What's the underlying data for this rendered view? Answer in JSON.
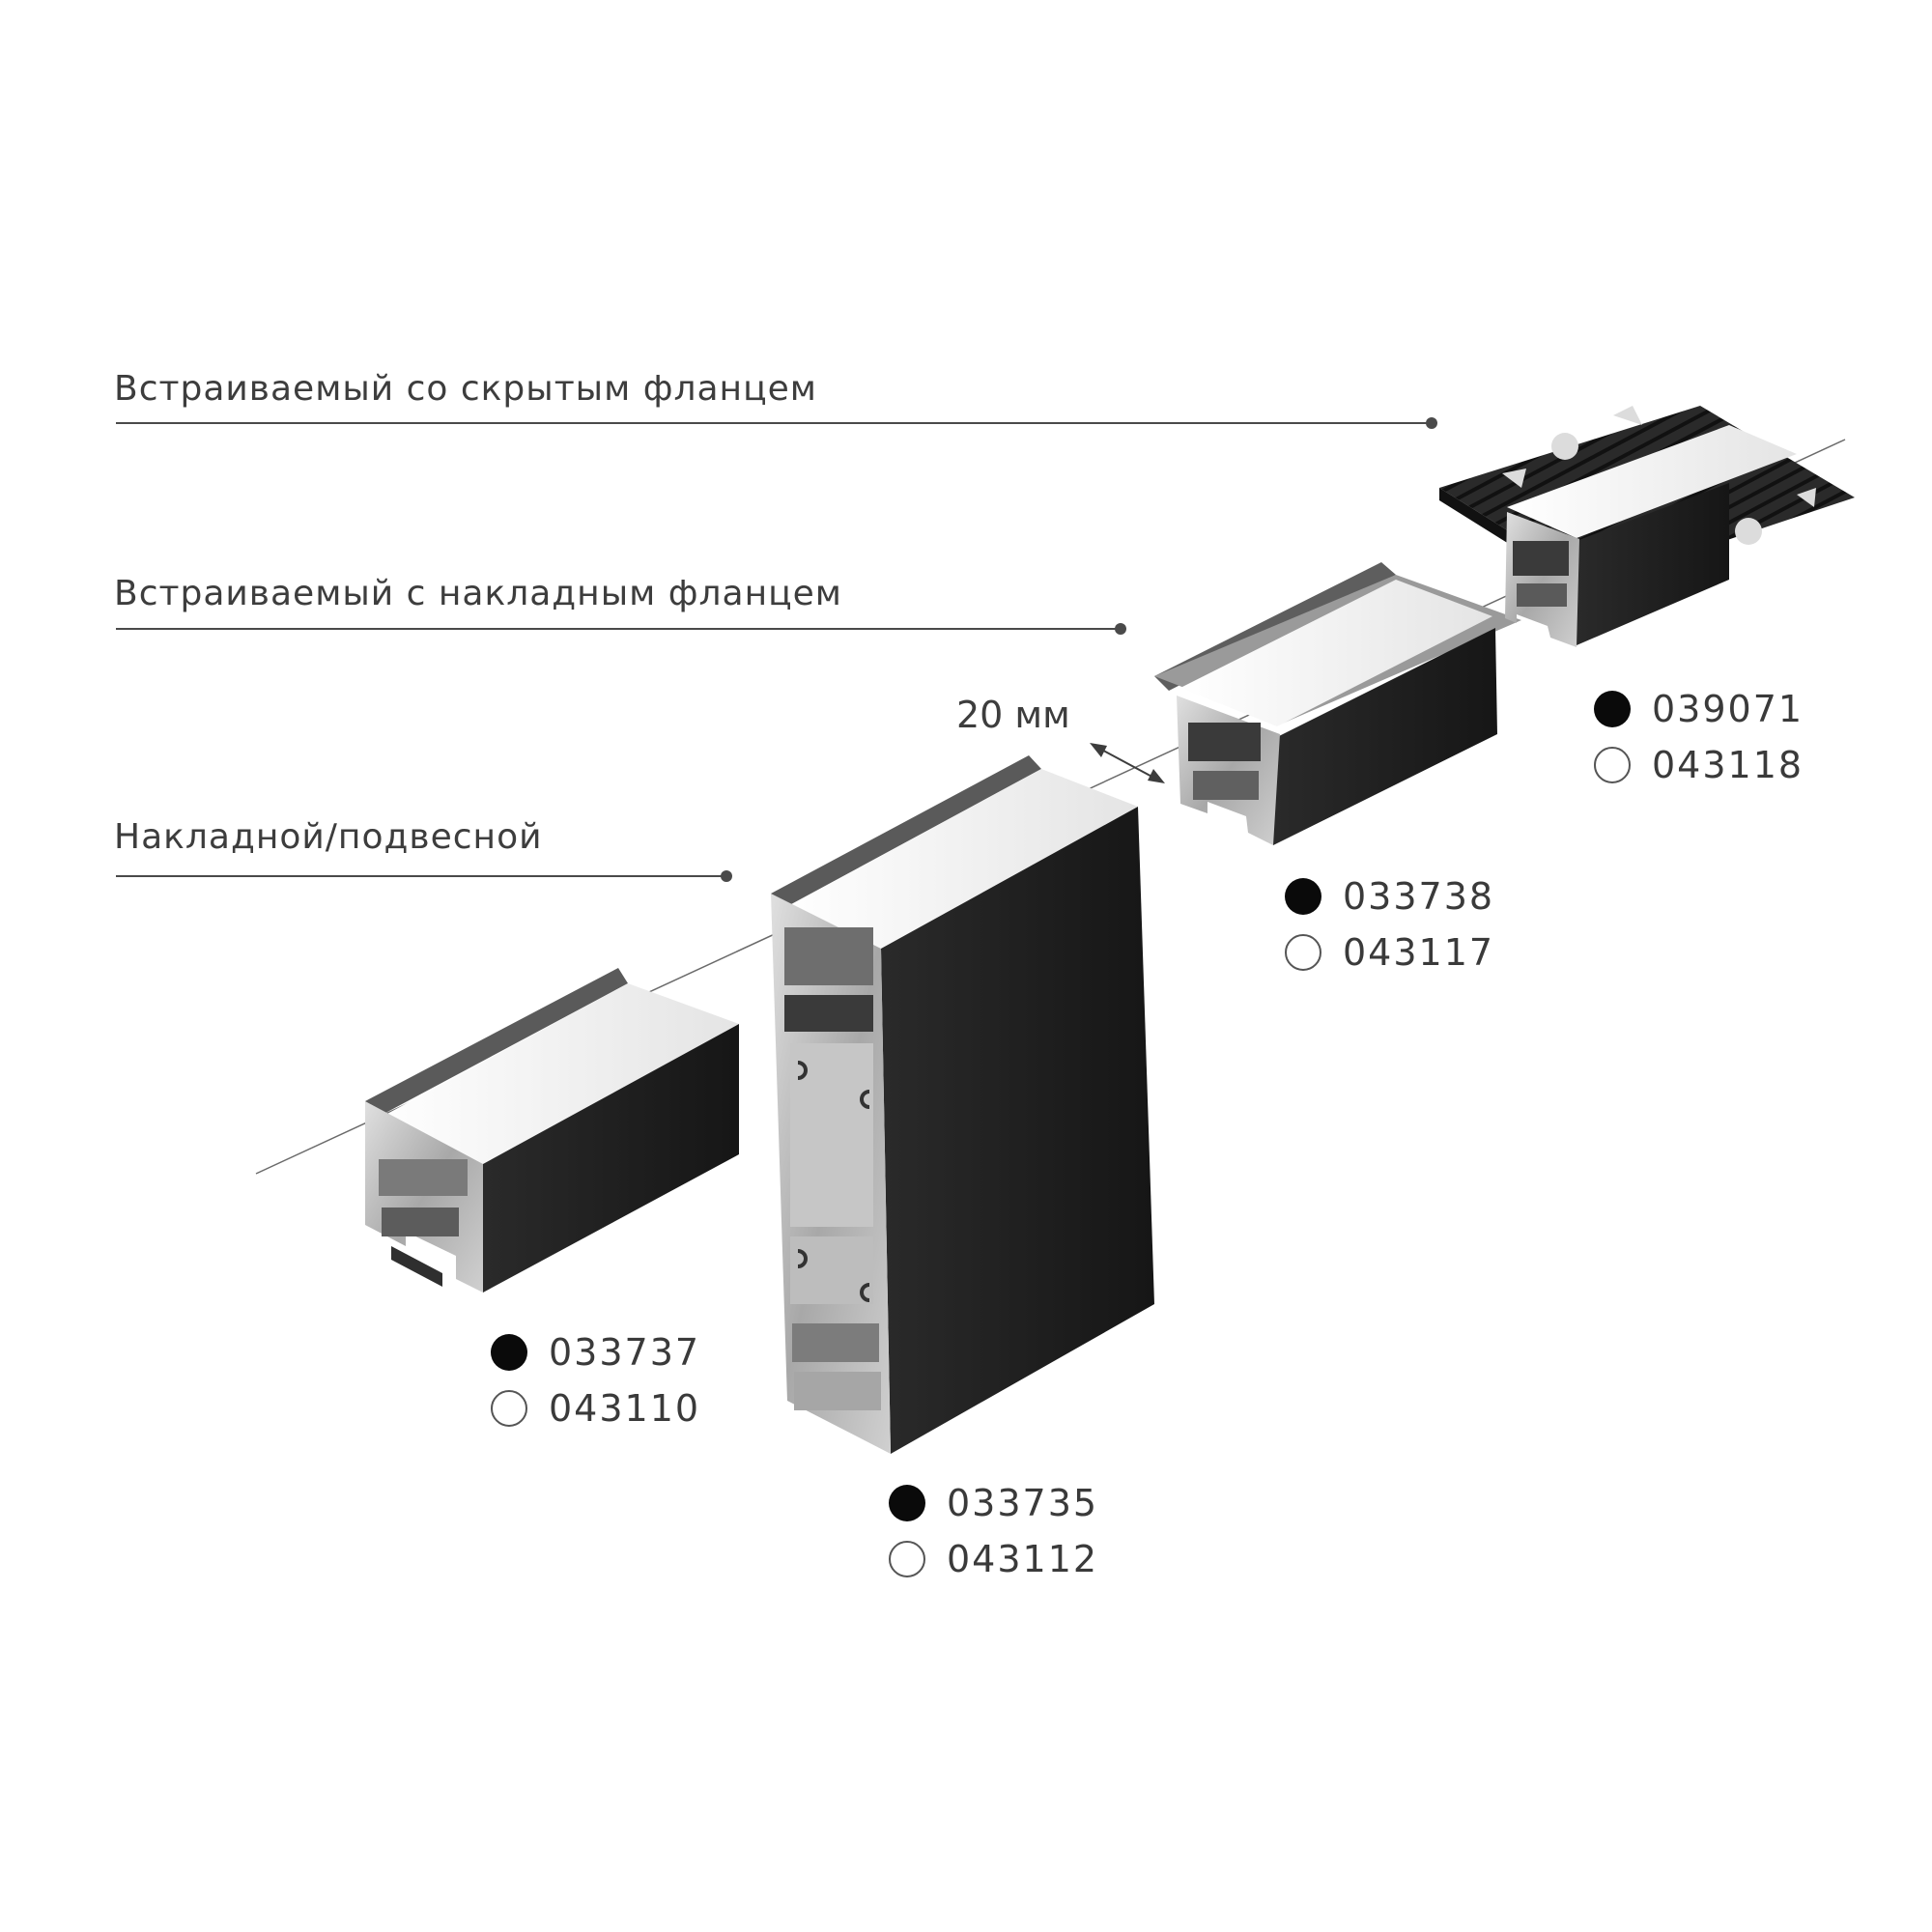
{
  "captions": {
    "hidden_flange": "Встраиваемый со скрытым фланцем",
    "overlay_flange": "Встраиваемый с накладным фланцем",
    "surface_suspended": "Накладной/подвесной"
  },
  "dimension": {
    "label": "20 мм"
  },
  "products": [
    {
      "id": "small",
      "codes": {
        "black": "033737",
        "white": "043110"
      }
    },
    {
      "id": "tall",
      "codes": {
        "black": "033735",
        "white": "043112"
      }
    },
    {
      "id": "overlay",
      "codes": {
        "black": "033738",
        "white": "043117"
      }
    },
    {
      "id": "hidden",
      "codes": {
        "black": "039071",
        "white": "043118"
      }
    }
  ],
  "colors": {
    "profile_body": "#1e1e1e",
    "diffuser": "#ececec",
    "aluminium": "#b9b9b9",
    "line": "#4a4a4a"
  }
}
